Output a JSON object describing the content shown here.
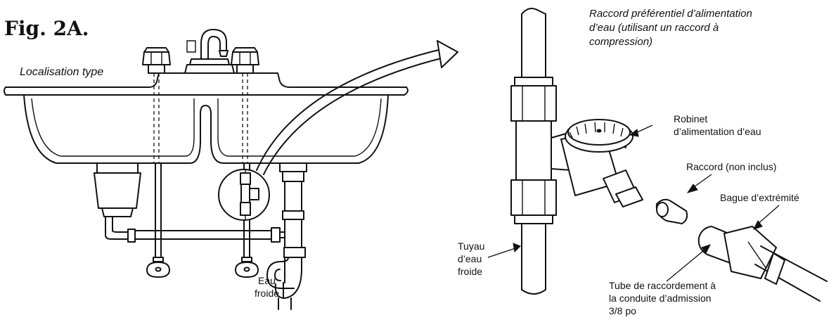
{
  "figure": {
    "title": "Fig. 2A.",
    "location_label": "Localisation type",
    "cold_water_label": "Eau\nfroide"
  },
  "detail": {
    "heading": "Raccord préférentiel d’alimentation\nd’eau (utilisant un raccord à\ncompression)",
    "labels": {
      "valve": "Robinet\nd’alimentation d’eau",
      "fitting": "Raccord (non inclus)",
      "ferrule": "Bague d’extrémité",
      "cold_pipe": "Tuyau\nd’eau\nfroide",
      "tube": "Tube de raccordement à\nla conduite d’admission\n3/8 po"
    }
  }
}
